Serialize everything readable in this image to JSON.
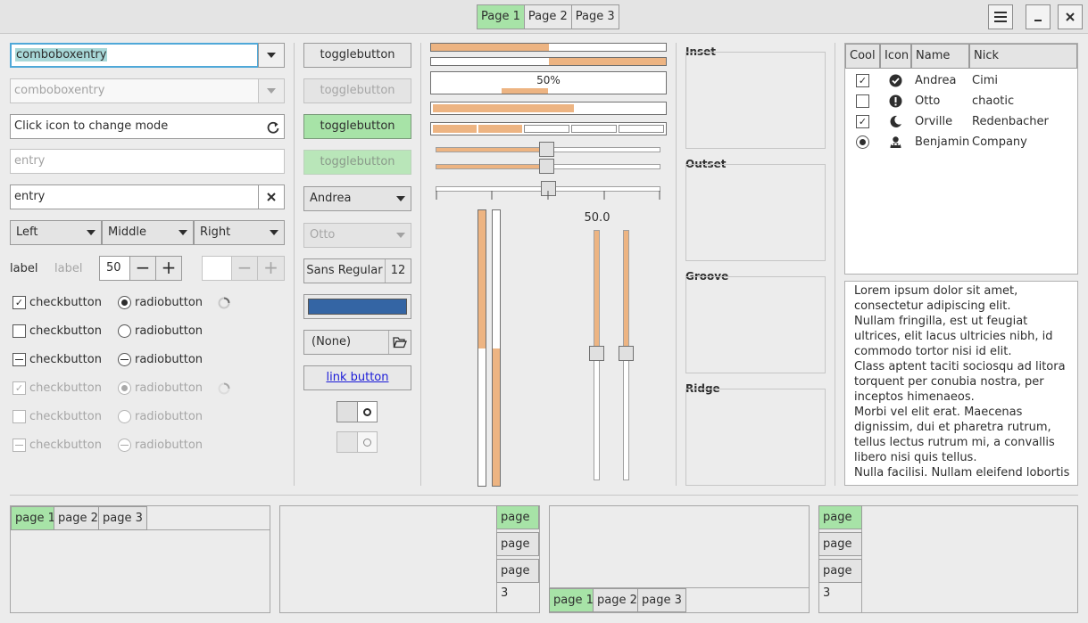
{
  "header": {
    "tabs": [
      "Page 1",
      "Page 2",
      "Page 3"
    ],
    "active_tab": 0,
    "menu_icon": "hamburger-icon",
    "minimize_label": "_",
    "close_label": "✕"
  },
  "col1": {
    "combo_entry_value": "comboboxentry",
    "combo_entry_disabled_value": "comboboxentry",
    "mode_entry_value": "Click icon to change mode",
    "entry_disabled_placeholder": "entry",
    "entry_value": "entry",
    "dropdowns": [
      "Left",
      "Middle",
      "Right"
    ],
    "label_active": "label",
    "label_disabled": "label",
    "spin_value": "50",
    "spin_minus": "−",
    "spin_plus": "+",
    "spin2_value": "",
    "checks": [
      {
        "label": "checkbutton",
        "state": "checked",
        "disabled": false
      },
      {
        "label": "checkbutton",
        "state": "unchecked",
        "disabled": false
      },
      {
        "label": "checkbutton",
        "state": "mixed",
        "disabled": false
      },
      {
        "label": "checkbutton",
        "state": "checked",
        "disabled": true
      },
      {
        "label": "checkbutton",
        "state": "unchecked",
        "disabled": true
      },
      {
        "label": "checkbutton",
        "state": "mixed",
        "disabled": true
      }
    ],
    "radios": [
      {
        "label": "radiobutton",
        "state": "checked",
        "disabled": false
      },
      {
        "label": "radiobutton",
        "state": "unchecked",
        "disabled": false
      },
      {
        "label": "radiobutton",
        "state": "mixed",
        "disabled": false
      },
      {
        "label": "radiobutton",
        "state": "checked",
        "disabled": true
      },
      {
        "label": "radiobutton",
        "state": "unchecked",
        "disabled": true
      },
      {
        "label": "radiobutton",
        "state": "mixed",
        "disabled": true
      }
    ]
  },
  "col2": {
    "toggle_labels": [
      "togglebutton",
      "togglebutton",
      "togglebutton",
      "togglebutton"
    ],
    "combo_andrea": "Andrea",
    "combo_otto": "Otto",
    "font_name": "Sans Regular",
    "font_size": "12",
    "color_swatch": "#3465a4",
    "file_chooser": "(None)",
    "link_label": "link button"
  },
  "col3": {
    "progress_text": "50%",
    "progress_fractions": [
      0.5,
      0.5,
      0.5,
      0.61
    ],
    "level_bar_segments": 5,
    "level_bar_filled": 2,
    "scale_fraction": 0.5,
    "scale_label": "50.0",
    "vscale_fraction": 0.5
  },
  "col4": {
    "frames": [
      "Inset",
      "Outset",
      "Groove",
      "Ridge"
    ]
  },
  "treeview": {
    "columns": [
      "Cool",
      "Icon",
      "Name",
      "Nick"
    ],
    "rows": [
      {
        "cool": "checked",
        "icon": "check-circle-icon",
        "name": "Andrea",
        "nick": "Cimi"
      },
      {
        "cool": "unchecked",
        "icon": "exclamation-circle-icon",
        "name": "Otto",
        "nick": "chaotic"
      },
      {
        "cool": "checked",
        "icon": "moon-icon",
        "name": "Orville",
        "nick": "Redenbacher"
      },
      {
        "cool": "radio",
        "icon": "person-icon",
        "name": "Benjamin",
        "nick": "Company"
      }
    ]
  },
  "textview": {
    "paragraphs": [
      "Lorem ipsum dolor sit amet, consectetur adipiscing elit.",
      "Nullam fringilla, est ut feugiat ultrices, elit lacus ultricies nibh, id commodo tortor nisi id elit.",
      "Class aptent taciti sociosqu ad litora torquent per conubia nostra, per inceptos himenaeos.",
      "Morbi vel elit erat. Maecenas dignissim, dui et pharetra rutrum, tellus lectus rutrum mi, a convallis libero nisi quis tellus.",
      "Nulla facilisi. Nullam eleifend lobortis"
    ]
  },
  "notebooks": {
    "tabs": [
      "page 1",
      "page 2",
      "page 3"
    ]
  },
  "colors": {
    "accent_green": "#a7e3a7",
    "progress_orange": "#edb482",
    "selection": "#a8d8d8"
  }
}
